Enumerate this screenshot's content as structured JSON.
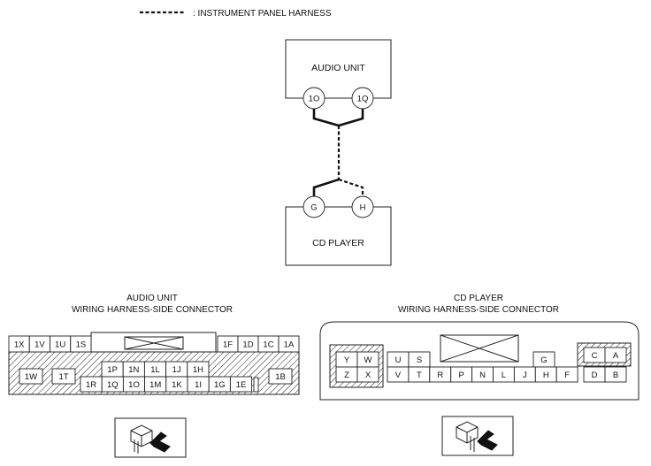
{
  "legend": {
    "label": ": INSTRUMENT PANEL HARNESS"
  },
  "top_diagram": {
    "audio_unit": {
      "label": "AUDIO UNIT",
      "terminals": [
        "1O",
        "1Q"
      ]
    },
    "cd_player": {
      "label": "CD PLAYER",
      "terminals": [
        "G",
        "H"
      ]
    }
  },
  "audio_connector": {
    "title_line1": "AUDIO UNIT",
    "title_line2": "WIRING HARNESS-SIDE CONNECTOR",
    "row1_left": [
      "1X",
      "1V",
      "1U",
      "1S"
    ],
    "row1_right": [
      "1F",
      "1D",
      "1C",
      "1A"
    ],
    "side_left": [
      "1W",
      "1T"
    ],
    "side_right": [
      "1B"
    ],
    "row2_mid": [
      "1P",
      "1N",
      "1L",
      "1J",
      "1H"
    ],
    "row3_mid": [
      "1R",
      "1Q",
      "1O",
      "1M",
      "1K",
      "1I",
      "1G",
      "1E"
    ]
  },
  "cd_connector": {
    "title_line1": "CD PLAYER",
    "title_line2": "WIRING HARNESS-SIDE CONNECTOR",
    "group_left_top": [
      "Y",
      "W"
    ],
    "group_left_bottom": [
      "Z",
      "X"
    ],
    "row_top": [
      "U",
      "S"
    ],
    "row_top_single": "G",
    "group_right_top": [
      "C",
      "A"
    ],
    "row_bottom": [
      "V",
      "T",
      "R",
      "P",
      "N",
      "L",
      "J",
      "H",
      "F"
    ],
    "row_bottom_right": [
      "D",
      "B"
    ]
  },
  "icons": [
    "connector-view-icon",
    "connector-view-icon"
  ]
}
